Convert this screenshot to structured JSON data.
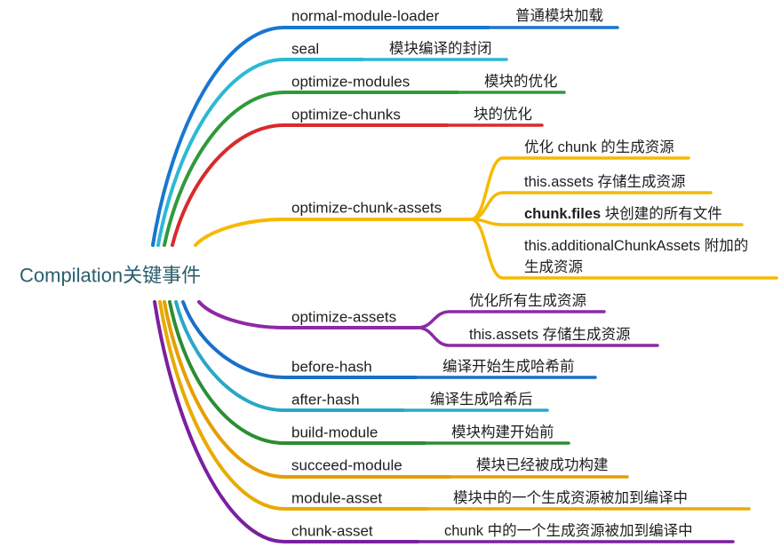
{
  "root": {
    "label": "Compilation关键事件",
    "color": "#2c5e6d"
  },
  "branches": [
    {
      "label": "normal-module-loader",
      "color": "#1877d1",
      "children": [
        {
          "text": "普通模块加载"
        }
      ]
    },
    {
      "label": "seal",
      "color": "#2cb9d4",
      "children": [
        {
          "text": "模块编译的封闭"
        }
      ]
    },
    {
      "label": "optimize-modules",
      "color": "#2f9a3b",
      "children": [
        {
          "text": "模块的优化"
        }
      ]
    },
    {
      "label": "optimize-chunks",
      "color": "#d92a2c",
      "children": [
        {
          "text": "块的优化"
        }
      ]
    },
    {
      "label": "optimize-chunk-assets",
      "color": "#f7b900",
      "children": [
        {
          "text": "优化 chunk 的生成资源"
        },
        {
          "text": "this.assets 存储生成资源"
        },
        {
          "emphasis": "chunk.files",
          "text": " 块创建的所有文件"
        },
        {
          "lines": [
            "this.additionalChunkAssets 附加的",
            "生成资源"
          ]
        }
      ]
    },
    {
      "label": "optimize-assets",
      "color": "#8c2aa6",
      "children": [
        {
          "text": "优化所有生成资源"
        },
        {
          "text": "this.assets 存储生成资源"
        }
      ]
    },
    {
      "label": "before-hash",
      "color": "#1a6fc8",
      "children": [
        {
          "text": "编译开始生成哈希前"
        }
      ]
    },
    {
      "label": "after-hash",
      "color": "#29a8c6",
      "children": [
        {
          "text": "编译生成哈希后"
        }
      ]
    },
    {
      "label": "build-module",
      "color": "#2c8d32",
      "children": [
        {
          "text": "模块构建开始前"
        }
      ]
    },
    {
      "label": "succeed-module",
      "color": "#e69e00",
      "children": [
        {
          "text": "模块已经被成功构建"
        }
      ]
    },
    {
      "label": "module-asset",
      "color": "#e8ab00",
      "children": [
        {
          "text": "模块中的一个生成资源被加到编译中"
        }
      ]
    },
    {
      "label": "chunk-asset",
      "color": "#7b1f9f",
      "children": [
        {
          "text": "chunk 中的一个生成资源被加到编译中"
        }
      ]
    }
  ]
}
